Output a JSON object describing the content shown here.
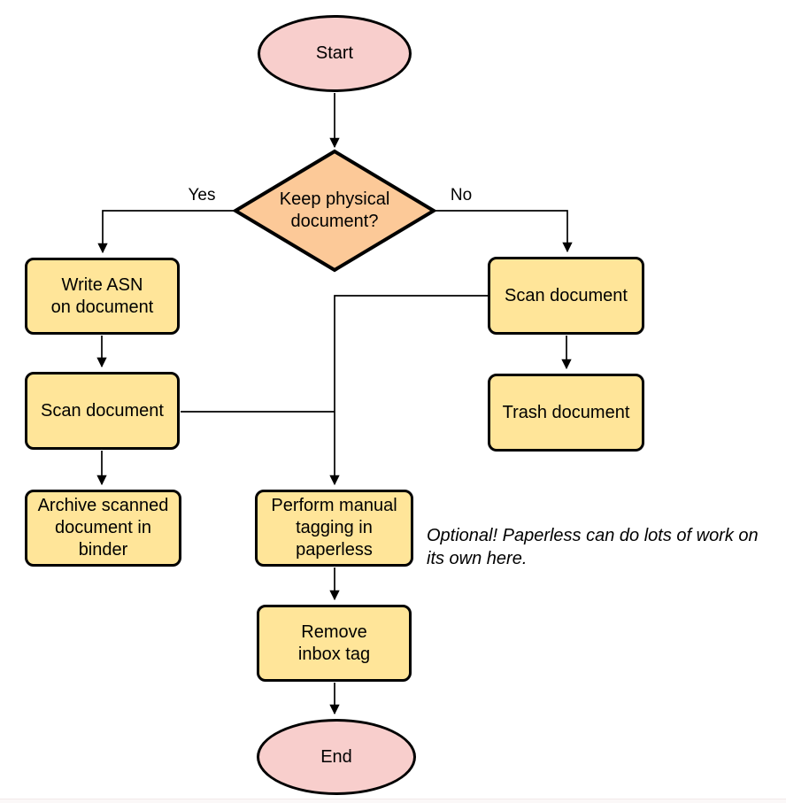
{
  "diagram": {
    "type": "flowchart",
    "nodes": {
      "start": {
        "label": "Start",
        "shape": "ellipse"
      },
      "decision": {
        "label": "Keep physical\ndocument?",
        "shape": "diamond"
      },
      "write_asn": {
        "label": "Write ASN\non document",
        "shape": "process"
      },
      "scan_left": {
        "label": "Scan document",
        "shape": "process"
      },
      "archive": {
        "label": "Archive scanned\ndocument in\nbinder",
        "shape": "process"
      },
      "scan_right": {
        "label": "Scan document",
        "shape": "process"
      },
      "trash": {
        "label": "Trash document",
        "shape": "process"
      },
      "perform_tagging": {
        "label": "Perform manual\ntagging in\npaperless",
        "shape": "process"
      },
      "remove_inbox_tag": {
        "label": "Remove\ninbox tag",
        "shape": "process"
      },
      "end": {
        "label": "End",
        "shape": "ellipse"
      }
    },
    "edge_labels": {
      "yes": "Yes",
      "no": "No"
    },
    "annotation": "Optional! Paperless can do lots of work on\nits own here.",
    "colors": {
      "terminal_fill": "#f8cecc",
      "decision_fill": "#fcc998",
      "process_fill": "#ffe599",
      "stroke": "#000000",
      "text": "#000000"
    }
  }
}
